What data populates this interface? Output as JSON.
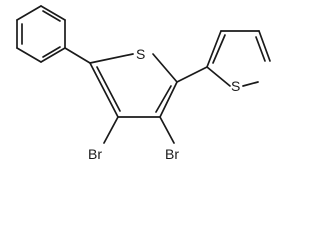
{
  "atoms": {
    "s_center": "S",
    "s_right": "S",
    "br_left": "Br",
    "br_right": "Br"
  }
}
